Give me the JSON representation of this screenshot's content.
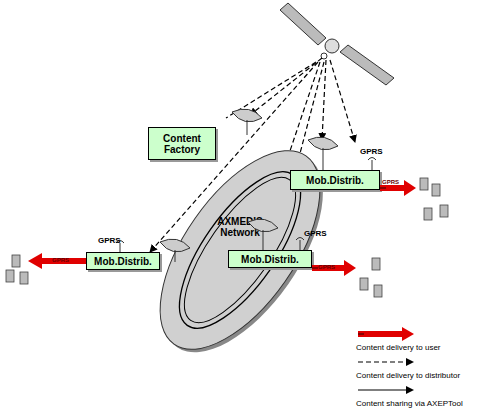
{
  "diagram": {
    "nodes": [
      {
        "text": [
          "Content Factory"
        ]
      },
      {
        "text": [
          "AXMEDIS Network"
        ]
      },
      {
        "text": [
          "Mob.Distrib."
        ]
      },
      {
        "text": [
          "Mob.Distrib."
        ]
      },
      {
        "text": [
          "Mob.Distrib."
        ]
      }
    ],
    "labels": [
      "GPRS",
      "GPRS",
      "GPRS",
      "GPRS",
      "GPRS",
      "GPRS"
    ],
    "legend": [
      {
        "text": "Content delivery to user"
      },
      {
        "text": "Content delivery to distributor"
      },
      {
        "text": "Content sharing via AXEPTool"
      }
    ]
  }
}
